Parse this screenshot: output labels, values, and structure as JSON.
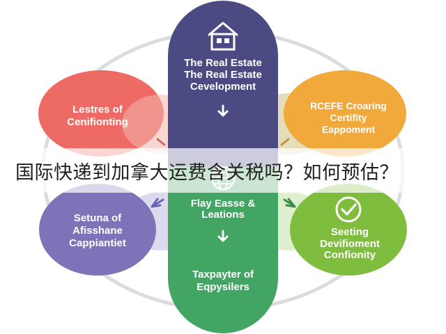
{
  "colors": {
    "top": "#4b4a82",
    "bottom": "#43a563",
    "left_top": "#ee6a64",
    "right_top": "#f2a93b",
    "left_bottom": "#7e72b8",
    "right_bottom": "#7fbd3e",
    "arrow_left": "#6a63b8",
    "arrow_right": "#3d8f4a"
  },
  "icons": {
    "top": "house-icon",
    "bottom": "globe-icon",
    "right_bottom": "check-circle-icon"
  },
  "nodes": {
    "top": {
      "line1": "The Real Estate",
      "line2": "The Real Estate",
      "line3": "Cevelopment"
    },
    "bottom": {
      "line1": "Flay Easse &",
      "line2": "Leations",
      "line3": "Taxpayter of",
      "line4": "Eqpysilers"
    },
    "left_top": {
      "line1": "Lestres of",
      "line2": "Cenifionting"
    },
    "right_top": {
      "line1": "RCEFE Croaring",
      "line2": "Certifity",
      "line3": "Eappoment"
    },
    "left_bottom": {
      "line1": "Setuna of",
      "line2": "Afisshane",
      "line3": "Cappiantiet"
    },
    "right_bottom": {
      "line1": "Seeting",
      "line2": "Devifioment",
      "line3": "Confionity"
    }
  },
  "banner": {
    "text": "国际快递到加拿大运费含关税吗？如何预估？"
  }
}
